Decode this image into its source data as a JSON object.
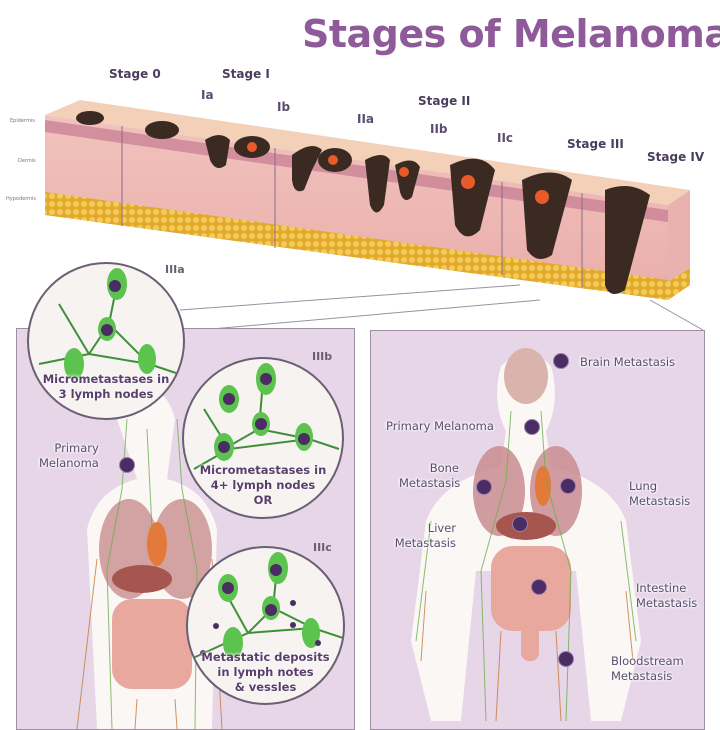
{
  "title": "Stages of Melanoma",
  "colors": {
    "title": "#8f5a9a",
    "panel_bg": "#e6d6e8",
    "dot": "#4a2d63",
    "lymph_green": "#4eb848",
    "skin": "#f0c7b6",
    "fat": "#e6b53a",
    "tumor": "#3a2a22"
  },
  "skin_layers": [
    "Epidermis",
    "Dermis",
    "Hypodermis"
  ],
  "stages": [
    {
      "label": "Stage 0"
    },
    {
      "label": "Stage I",
      "substages": [
        "Ia",
        "Ib"
      ]
    },
    {
      "label": "Stage II",
      "substages": [
        "IIa",
        "IIb",
        "IIc"
      ]
    },
    {
      "label": "Stage III"
    },
    {
      "label": "Stage IV"
    }
  ],
  "stage_iii_panel": {
    "primary_label": "Primary\nMelanoma",
    "primary_line1": "Primary",
    "primary_line2": "Melanoma",
    "circles": [
      {
        "sub": "IIIa",
        "line1": "Micrometastases in",
        "line2": "3 lymph nodes",
        "line3": ""
      },
      {
        "sub": "IIIb",
        "line1": "Micrometastases in",
        "line2": "4+ lymph nodes",
        "line3": "OR"
      },
      {
        "sub": "IIIc",
        "line1": "Metastatic deposits",
        "line2": "in lymph notes",
        "line3": "& vessles"
      }
    ]
  },
  "stage_iv_panel": {
    "callouts": [
      {
        "line1": "Brain Metastasis",
        "line2": ""
      },
      {
        "line1": "Primary Melanoma",
        "line2": ""
      },
      {
        "line1": "Bone",
        "line2": "Metastasis"
      },
      {
        "line1": "Lung",
        "line2": "Metastasis"
      },
      {
        "line1": "Liver",
        "line2": "Metastasis"
      },
      {
        "line1": "Intestine",
        "line2": "Metastasis"
      },
      {
        "line1": "Bloodstream",
        "line2": "Metastasis"
      }
    ]
  }
}
